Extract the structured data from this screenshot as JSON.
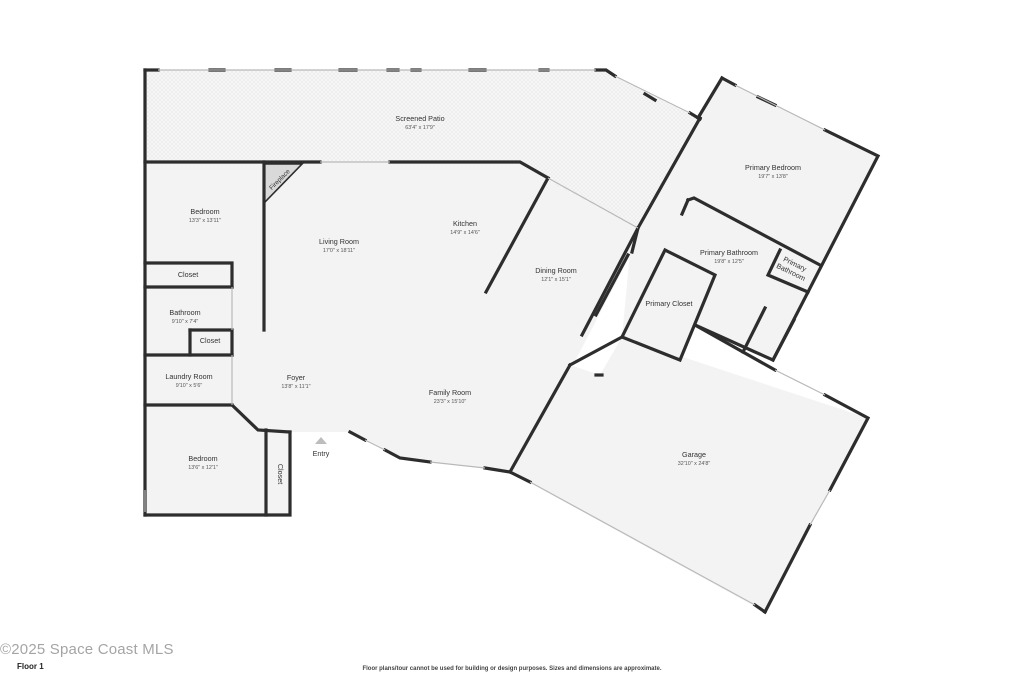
{
  "floor_label": "Floor 1",
  "watermark": "©2025 Space Coast MLS",
  "disclaimer": "Floor plans/tour cannot be used for building or design purposes. Sizes and dimensions are approximate.",
  "entry_label": "Entry",
  "fireplace_label": "Fireplace",
  "rooms": {
    "screened_patio": {
      "name": "Screened Patio",
      "dims": "63'4\" x 17'9\""
    },
    "bedroom_1": {
      "name": "Bedroom",
      "dims": "13'3\" x 13'11\""
    },
    "closet_1": {
      "name": "Closet"
    },
    "bathroom": {
      "name": "Bathroom",
      "dims": "9'10\" x 7'4\""
    },
    "closet_2": {
      "name": "Closet"
    },
    "laundry": {
      "name": "Laundry Room",
      "dims": "9'10\" x 5'6\""
    },
    "bedroom_2": {
      "name": "Bedroom",
      "dims": "13'6\" x 12'1\""
    },
    "closet_3": {
      "name": "Closet"
    },
    "living_room": {
      "name": "Living Room",
      "dims": "17'0\" x 18'11\""
    },
    "kitchen": {
      "name": "Kitchen",
      "dims": "14'9\" x 14'6\""
    },
    "foyer": {
      "name": "Foyer",
      "dims": "13'8\" x 11'1\""
    },
    "family_room": {
      "name": "Family Room",
      "dims": "23'3\" x 15'10\""
    },
    "dining_room": {
      "name": "Dining Room",
      "dims": "12'1\" x 15'1\""
    },
    "primary_bedroom": {
      "name": "Primary Bedroom",
      "dims": "19'7\" x 13'8\""
    },
    "primary_bathroom": {
      "name": "Primary Bathroom",
      "dims": "19'8\" x 12'5\""
    },
    "primary_bathroom_small": {
      "name_line1": "Primary",
      "name_line2": "Bathroom"
    },
    "primary_closet": {
      "name": "Primary Closet"
    },
    "garage": {
      "name": "Garage",
      "dims": "32'10\" x 24'8\""
    }
  }
}
